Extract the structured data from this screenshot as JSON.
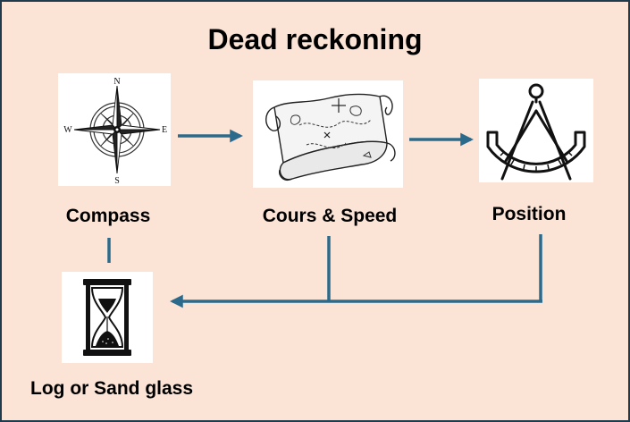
{
  "title": "Dead reckoning",
  "nodes": {
    "compass": {
      "label": "Compass",
      "icon": "compass-rose-icon",
      "letters": {
        "n": "N",
        "s": "S",
        "e": "E",
        "w": "W"
      }
    },
    "course_speed": {
      "label": "Cours & Speed",
      "icon": "treasure-map-icon"
    },
    "position": {
      "label": "Position",
      "icon": "divider-protractor-icon"
    },
    "log": {
      "label": "Log or Sand glass",
      "icon": "hourglass-icon"
    }
  },
  "colors": {
    "background": "#fbe3d6",
    "frame": "#1e3a4c",
    "connector": "#2c6a8c",
    "tile": "#ffffff"
  }
}
